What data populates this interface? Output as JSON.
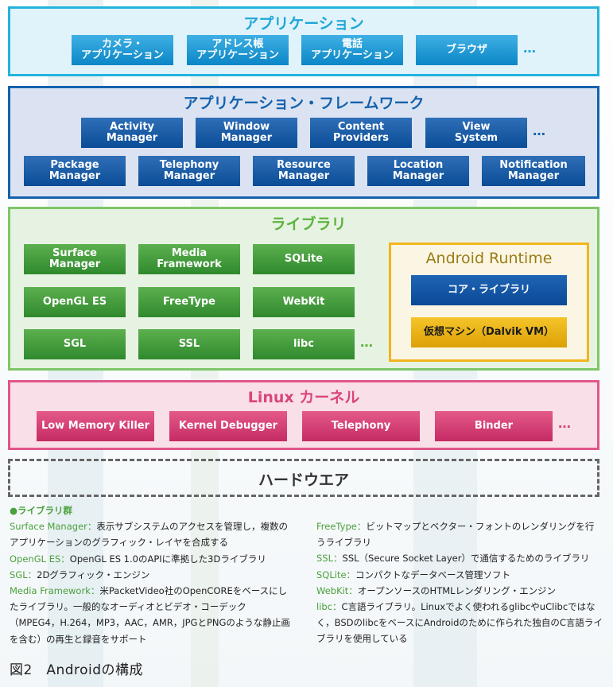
{
  "applications": {
    "title": "アプリケーション",
    "items": [
      "カメラ・\nアプリケーション",
      "アドレス帳\nアプリケーション",
      "電話\nアプリケーション",
      "ブラウザ"
    ],
    "more": "…"
  },
  "framework": {
    "title": "アプリケーション・フレームワーク",
    "row1": [
      "Activity\nManager",
      "Window\nManager",
      "Content\nProviders",
      "View\nSystem"
    ],
    "row2": [
      "Package\nManager",
      "Telephony\nManager",
      "Resource\nManager",
      "Location\nManager",
      "Notification\nManager"
    ],
    "more": "…"
  },
  "libraries": {
    "title": "ライブラリ",
    "items": [
      "Surface\nManager",
      "Media\nFramework",
      "SQLite",
      "OpenGL ES",
      "FreeType",
      "WebKit",
      "SGL",
      "SSL",
      "libc"
    ],
    "more": "…"
  },
  "runtime": {
    "title": "Android Runtime",
    "core": "コア・ライブラリ",
    "vm": "仮想マシン（Dalvik VM）"
  },
  "kernel": {
    "title": "Linux カーネル",
    "items": [
      "Low Memory Killer",
      "Kernel Debugger",
      "Telephony",
      "Binder"
    ],
    "more": "…"
  },
  "hardware": {
    "title": "ハードウエア"
  },
  "notes": {
    "heading": "●ライブラリ群",
    "left": [
      {
        "term": "Surface Manager：",
        "text": "表示サブシステムのアクセスを管理し，複数のアプリケーションのグラフィック・レイヤを合成する"
      },
      {
        "term": "OpenGL ES：",
        "text": "OpenGL ES 1.0のAPIに準拠した3Dライブラリ"
      },
      {
        "term": "SGL：",
        "text": "2Dグラフィック・エンジン"
      },
      {
        "term": "Media Framework：",
        "text": "米PacketVideo社のOpenCOREをベースにしたライブラリ。一般的なオーディオとビデオ・コーデック（MPEG4，H.264，MP3，AAC，AMR，JPGとPNGのような静止画を含む）の再生と録音をサポート"
      }
    ],
    "right": [
      {
        "term": "FreeType：",
        "text": "ビットマップとベクター・フォントのレンダリングを行うライブラリ"
      },
      {
        "term": "SSL：",
        "text": "SSL（Secure Socket Layer）で通信するためのライブラリ"
      },
      {
        "term": "SQLite：",
        "text": "コンパクトなデータベース管理ソフト"
      },
      {
        "term": "WebKit：",
        "text": "オープンソースのHTMLレンダリング・エンジン"
      },
      {
        "term": "libc：",
        "text": "C言語ライブラリ。Linuxでよく使われるglibcやuClibcではなく，BSDのlibcをベースにAndroidのために作られた独自のC言語ライブラリを使用している"
      }
    ]
  },
  "caption": "図2　Androidの構成",
  "colors": {
    "app": "#23b4de",
    "framework": "#1462ae",
    "library": "#7ec668",
    "runtime": "#f1b51c",
    "kernel": "#e0568a",
    "hardware": "#666666"
  }
}
